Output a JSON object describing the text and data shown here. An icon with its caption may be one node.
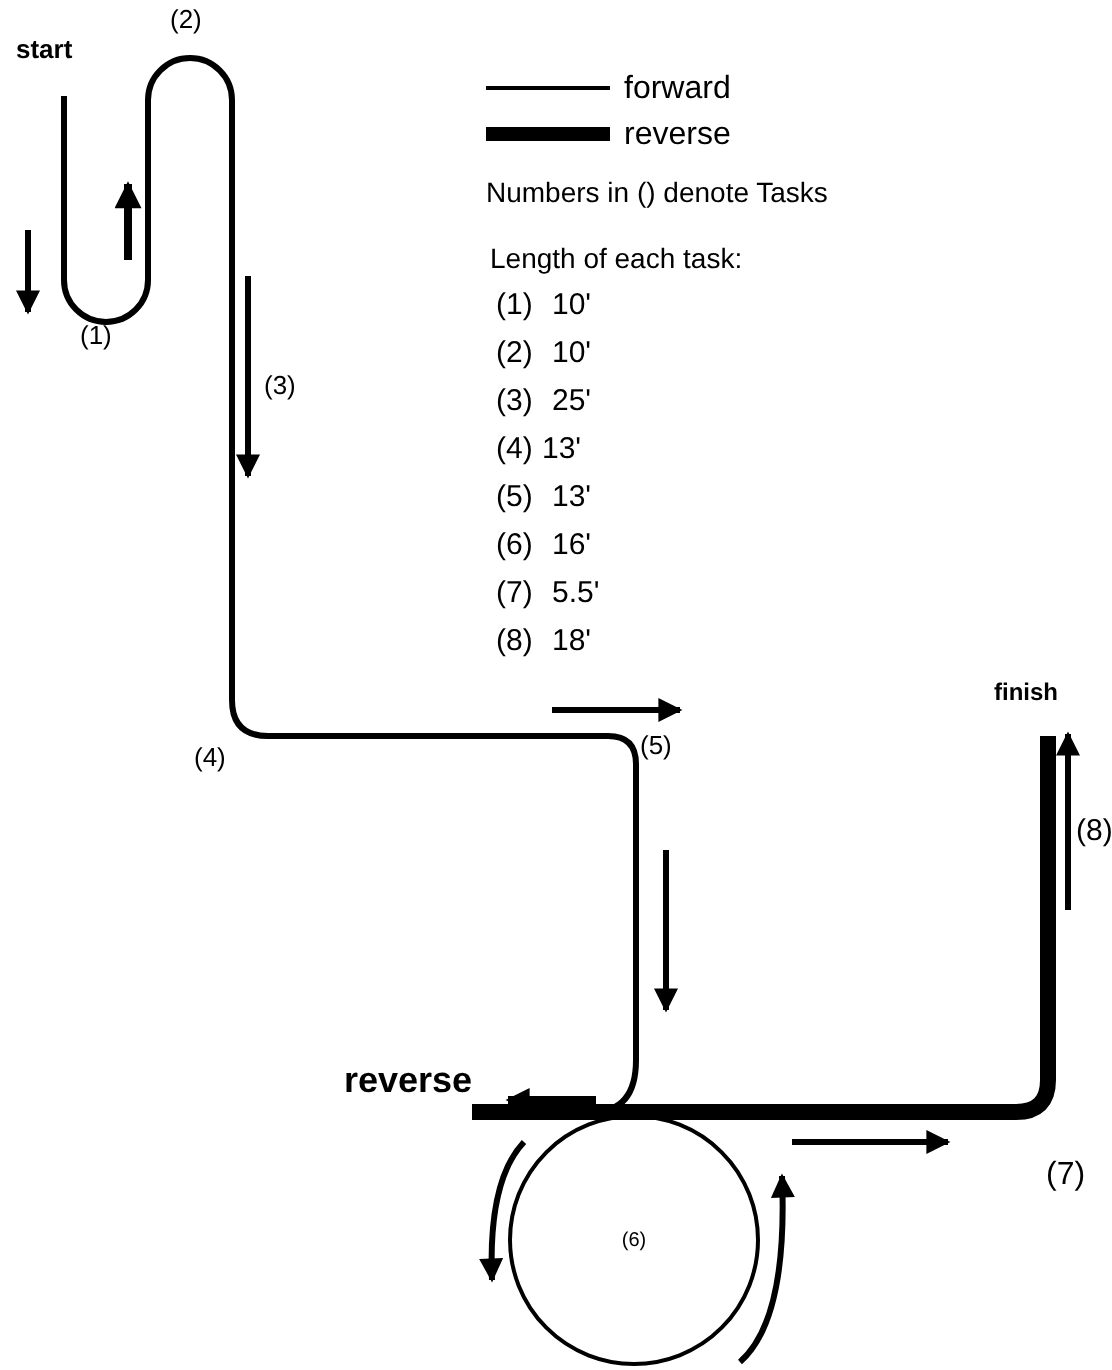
{
  "diagram": {
    "nodes": [
      {
        "text": [
          "(6)"
        ]
      }
    ],
    "labels": [
      "start",
      "(2)",
      "(1)",
      "(3)",
      "(4)",
      "(5)",
      "reverse",
      "(7)",
      "(8)",
      "finish",
      "Numbers in () denote Tasks",
      "Length of each task:",
      "(1)",
      "10'",
      "(2)",
      "10'",
      "(3)",
      "25'",
      "(4)",
      "13'",
      "(5)",
      "13'",
      "(6)",
      "16'",
      "(7)",
      "5.5'",
      "(8)",
      "18'"
    ],
    "legend": [
      {
        "text": "forward"
      },
      {
        "text": "reverse"
      }
    ]
  }
}
